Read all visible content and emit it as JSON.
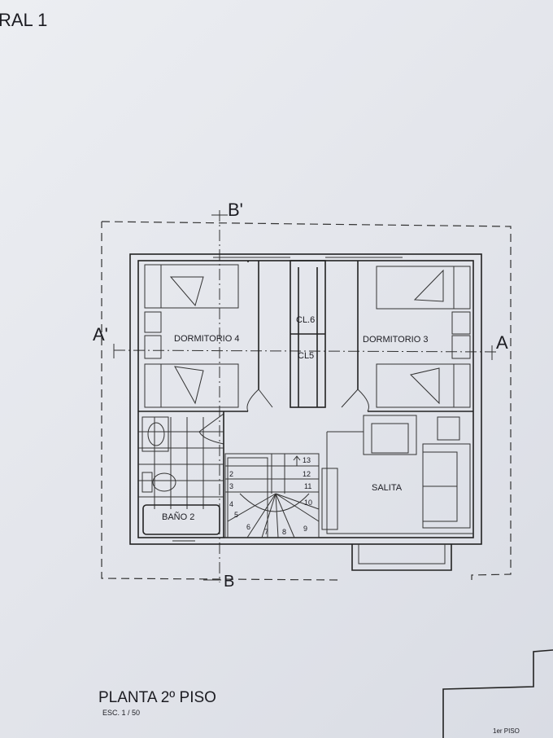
{
  "header_fragment": "RAL 1",
  "section_marks": {
    "b_prime": "B'",
    "b": "B",
    "a_prime": "A'",
    "a": "A"
  },
  "rooms": {
    "dormitorio4": "DORMITORIO 4",
    "dormitorio3": "DORMITORIO 3",
    "cl6": "CL.6",
    "cl5": "CL5",
    "salita": "SALITA",
    "bano2": "BAÑO 2"
  },
  "stairs": {
    "steps": [
      "2",
      "3",
      "4",
      "5",
      "6",
      "7",
      "8",
      "9",
      "10",
      "11",
      "12",
      "13"
    ]
  },
  "title": "PLANTA 2º PISO",
  "scale": "ESC. 1 / 50",
  "adjacent_label": "1er PISO",
  "colors": {
    "paper": "#e4e6ec",
    "ink": "#222222"
  }
}
